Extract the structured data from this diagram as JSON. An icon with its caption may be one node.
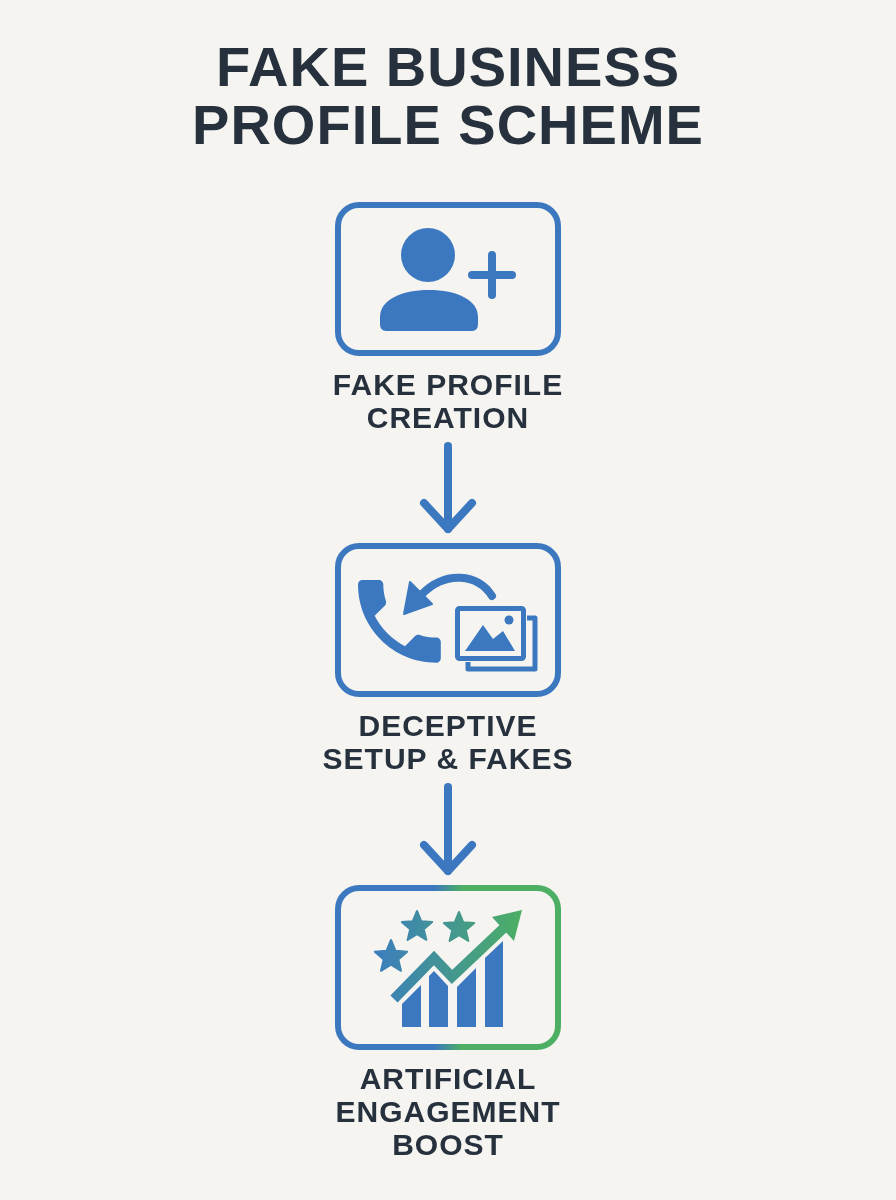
{
  "diagram": {
    "title": "FAKE BUSINESS PROFILE SCHEME",
    "nodes": [
      {
        "text": [
          "FAKE PROFILE CREATION"
        ]
      },
      {
        "text": [
          "DECEPTIVE SETUP & FAKES"
        ]
      },
      {
        "text": [
          "ARTIFICIAL ENGAGEMENT BOOST"
        ]
      }
    ],
    "edges": [
      {
        "from": 0,
        "to": 1,
        "arrow": "to"
      },
      {
        "from": 1,
        "to": 2,
        "arrow": "to"
      }
    ]
  }
}
